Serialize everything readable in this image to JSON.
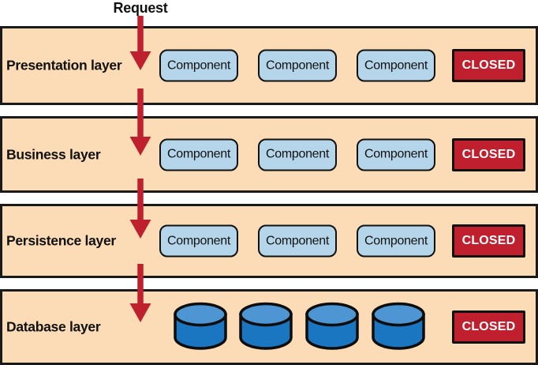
{
  "request_label": "Request",
  "diagram_type": "closed-layered-architecture",
  "colors": {
    "layer_fill": "#fbdcb6",
    "layer_border": "#1a1a1a",
    "component_fill": "#b5d6ea",
    "component_border": "#111111",
    "closed_fill": "#c0202d",
    "closed_text": "#ffffff",
    "arrow": "#be212d",
    "db_top": "#4e96d3",
    "db_body": "#1b76c2",
    "background": "#ffffff"
  },
  "layers": [
    {
      "label": "Presentation layer",
      "components": [
        "Component",
        "Component",
        "Component"
      ],
      "closed": "CLOSED"
    },
    {
      "label": "Business layer",
      "components": [
        "Component",
        "Component",
        "Component"
      ],
      "closed": "CLOSED"
    },
    {
      "label": "Persistence layer",
      "components": [
        "Component",
        "Component",
        "Component"
      ],
      "closed": "CLOSED"
    },
    {
      "label": "Database layer",
      "databases": 4,
      "closed": "CLOSED"
    }
  ]
}
